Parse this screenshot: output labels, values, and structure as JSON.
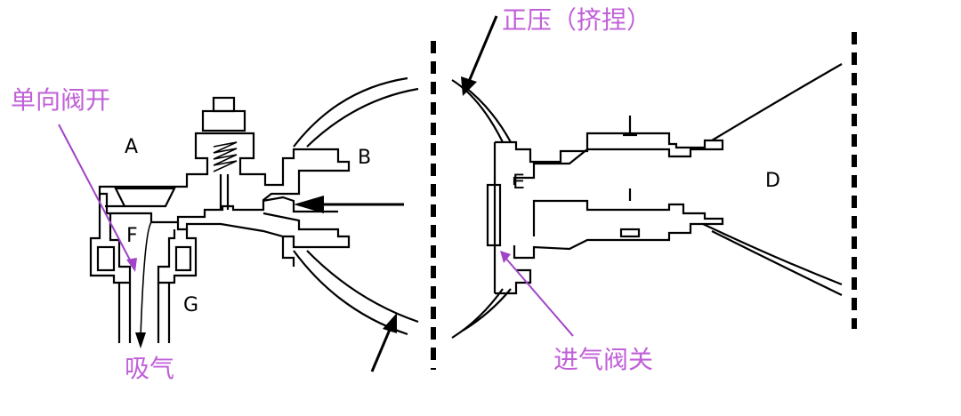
{
  "labels": {
    "A": "A",
    "B": "B",
    "D": "D",
    "E": "E",
    "F": "F",
    "G": "G"
  },
  "annotations": {
    "positive_pressure": "正压（挤捏）",
    "check_valve_open": "单向阀开",
    "inhale": "吸气",
    "inlet_valve_closed": "进气阀关"
  },
  "colors": {
    "annotation": "#c060d8",
    "annotation_pointer": "#a043c8",
    "line": "#000000"
  }
}
